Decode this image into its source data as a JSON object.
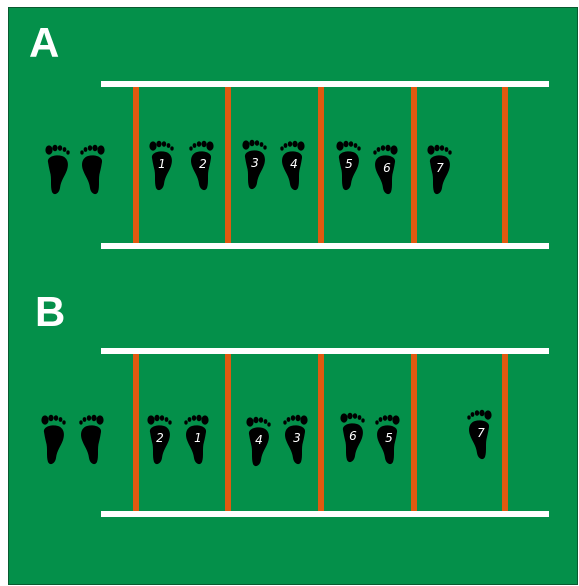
{
  "colors": {
    "background": "#04904a",
    "rail": "#ffffff",
    "rung": "#e05a10",
    "foot": "#000000",
    "number": "#ffffff"
  },
  "icons": {
    "foot": "footprint-icon"
  },
  "panels": [
    {
      "label": "A",
      "steps": [
        {
          "label": "1",
          "side": "left"
        },
        {
          "label": "2",
          "side": "right"
        },
        {
          "label": "3",
          "side": "left"
        },
        {
          "label": "4",
          "side": "right"
        },
        {
          "label": "5",
          "side": "left"
        },
        {
          "label": "6",
          "side": "right"
        },
        {
          "label": "7",
          "side": "left"
        }
      ]
    },
    {
      "label": "B",
      "steps": [
        {
          "label": "2",
          "side": "left"
        },
        {
          "label": "1",
          "side": "right"
        },
        {
          "label": "4",
          "side": "left"
        },
        {
          "label": "3",
          "side": "right"
        },
        {
          "label": "6",
          "side": "left"
        },
        {
          "label": "5",
          "side": "right"
        },
        {
          "label": "7",
          "side": "right"
        }
      ]
    }
  ]
}
